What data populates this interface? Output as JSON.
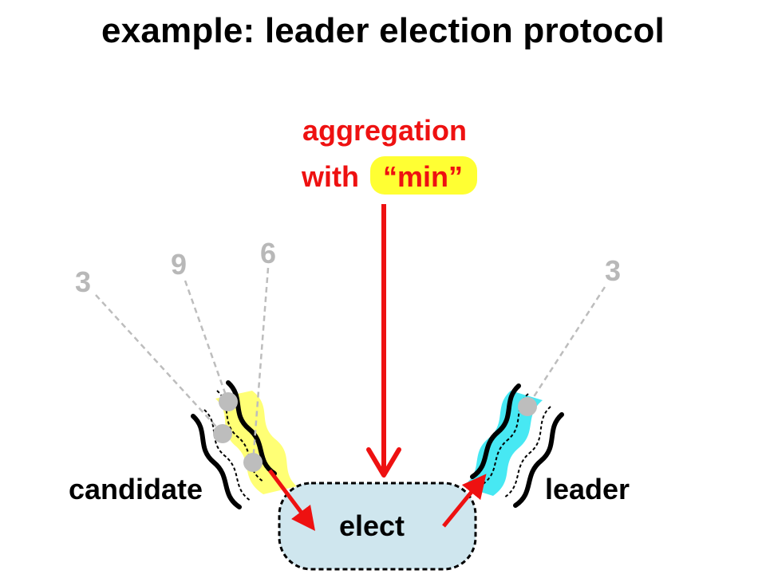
{
  "title": "example: leader election protocol",
  "aggregation": {
    "line1": "aggregation",
    "line2_prefix": "with",
    "line2_highlight": "“min”",
    "text_color": "#ee1111",
    "highlight_color": "#ffff33"
  },
  "nodes": {
    "elect": "elect",
    "candidate": "candidate",
    "leader": "leader"
  },
  "values": {
    "candidate_a": "3",
    "candidate_b": "9",
    "candidate_c": "6",
    "leader_a": "3"
  },
  "colors": {
    "candidate_fill": "#ffff66",
    "leader_fill": "#33e5f2",
    "elect_fill": "#cfe6ee",
    "arrow": "#ee1111",
    "value_text": "#b8b8b8",
    "dot": "#bdbdbd"
  }
}
